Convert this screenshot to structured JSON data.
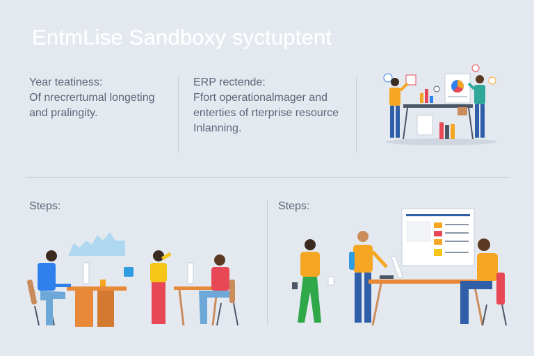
{
  "header": {
    "title": "EntmLise Sandboxy syctuptent"
  },
  "columns": [
    {
      "heading": "Year teatiness:",
      "lines": [
        "Of nrecrertumal longeting",
        "and pralingity."
      ]
    },
    {
      "heading": "ERP rectende:",
      "lines": [
        "Ffort operationalmager and",
        "enterties of rterprise resource",
        "Inlanning."
      ]
    }
  ],
  "steps": [
    {
      "label": "Steps:"
    },
    {
      "label": "Steps:"
    }
  ],
  "colors": {
    "background": "#e4e9f0",
    "accent_orange": "#f5a623",
    "accent_blue": "#2f80ed",
    "accent_red": "#e84855",
    "desk": "#e8893a"
  }
}
